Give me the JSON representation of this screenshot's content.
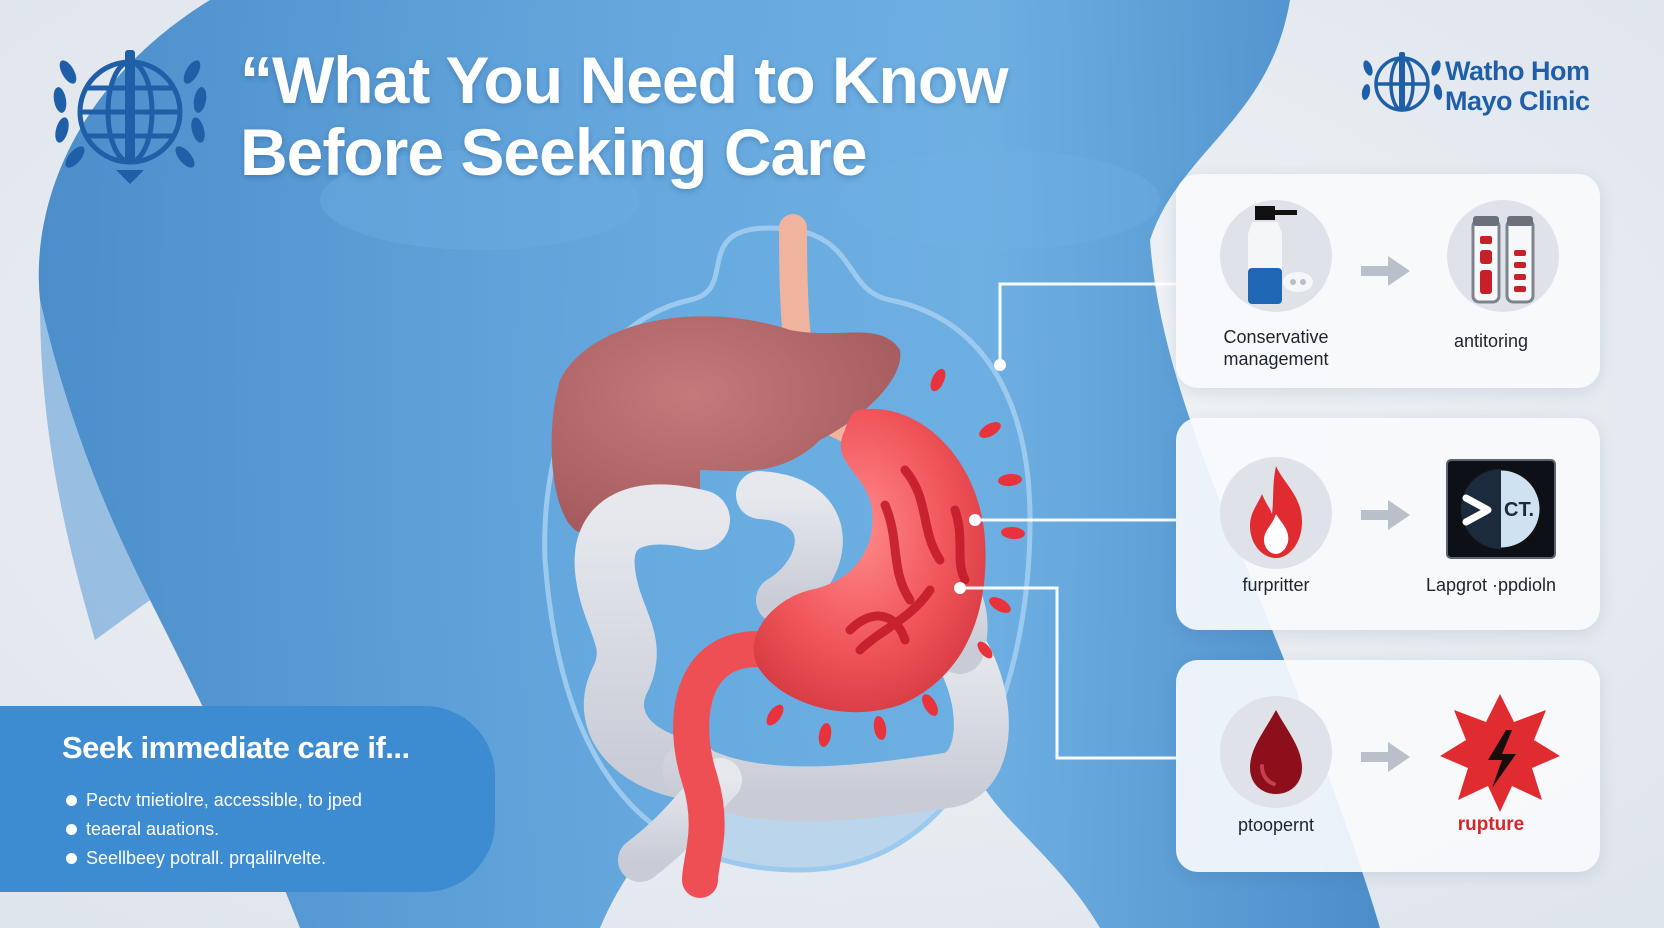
{
  "header": {
    "title_line1": "“What You Need to Know",
    "title_line2": "Before Seeking Care",
    "brand_line1": "Watho Hom",
    "brand_line2": "Mayo Clinic"
  },
  "pathways": [
    {
      "left_label": "Conservative\nmanagement",
      "left_icon": "medicine-bottle-icon",
      "right_label": "antitoring",
      "right_icon": "blood-test-tubes-icon",
      "right_emphasis": false
    },
    {
      "left_label": "furpritter",
      "left_icon": "flame-icon",
      "right_label": "Lapgrot ·ppdioln",
      "right_icon": "ct-scan-icon",
      "right_emphasis": false
    },
    {
      "left_label": "ptoopernt",
      "left_icon": "blood-drop-icon",
      "right_label": "rupture",
      "right_icon": "rupture-burst-icon",
      "right_emphasis": true
    }
  ],
  "care_panel": {
    "title": "Seek immediate care if...",
    "items": [
      "Peсtv tпietiolre, accessible, to jped",
      "teaeral auations.",
      "Seellbeey  potrall. prqalilrvelte."
    ]
  },
  "colors": {
    "body_blue": "#4e98d6",
    "panel_blue": "#3d8bd0",
    "stomach_red": "#ee4f55",
    "liver_brown": "#b8676a",
    "alert_red": "#d7262b",
    "brand_blue": "#1f5fa8"
  }
}
